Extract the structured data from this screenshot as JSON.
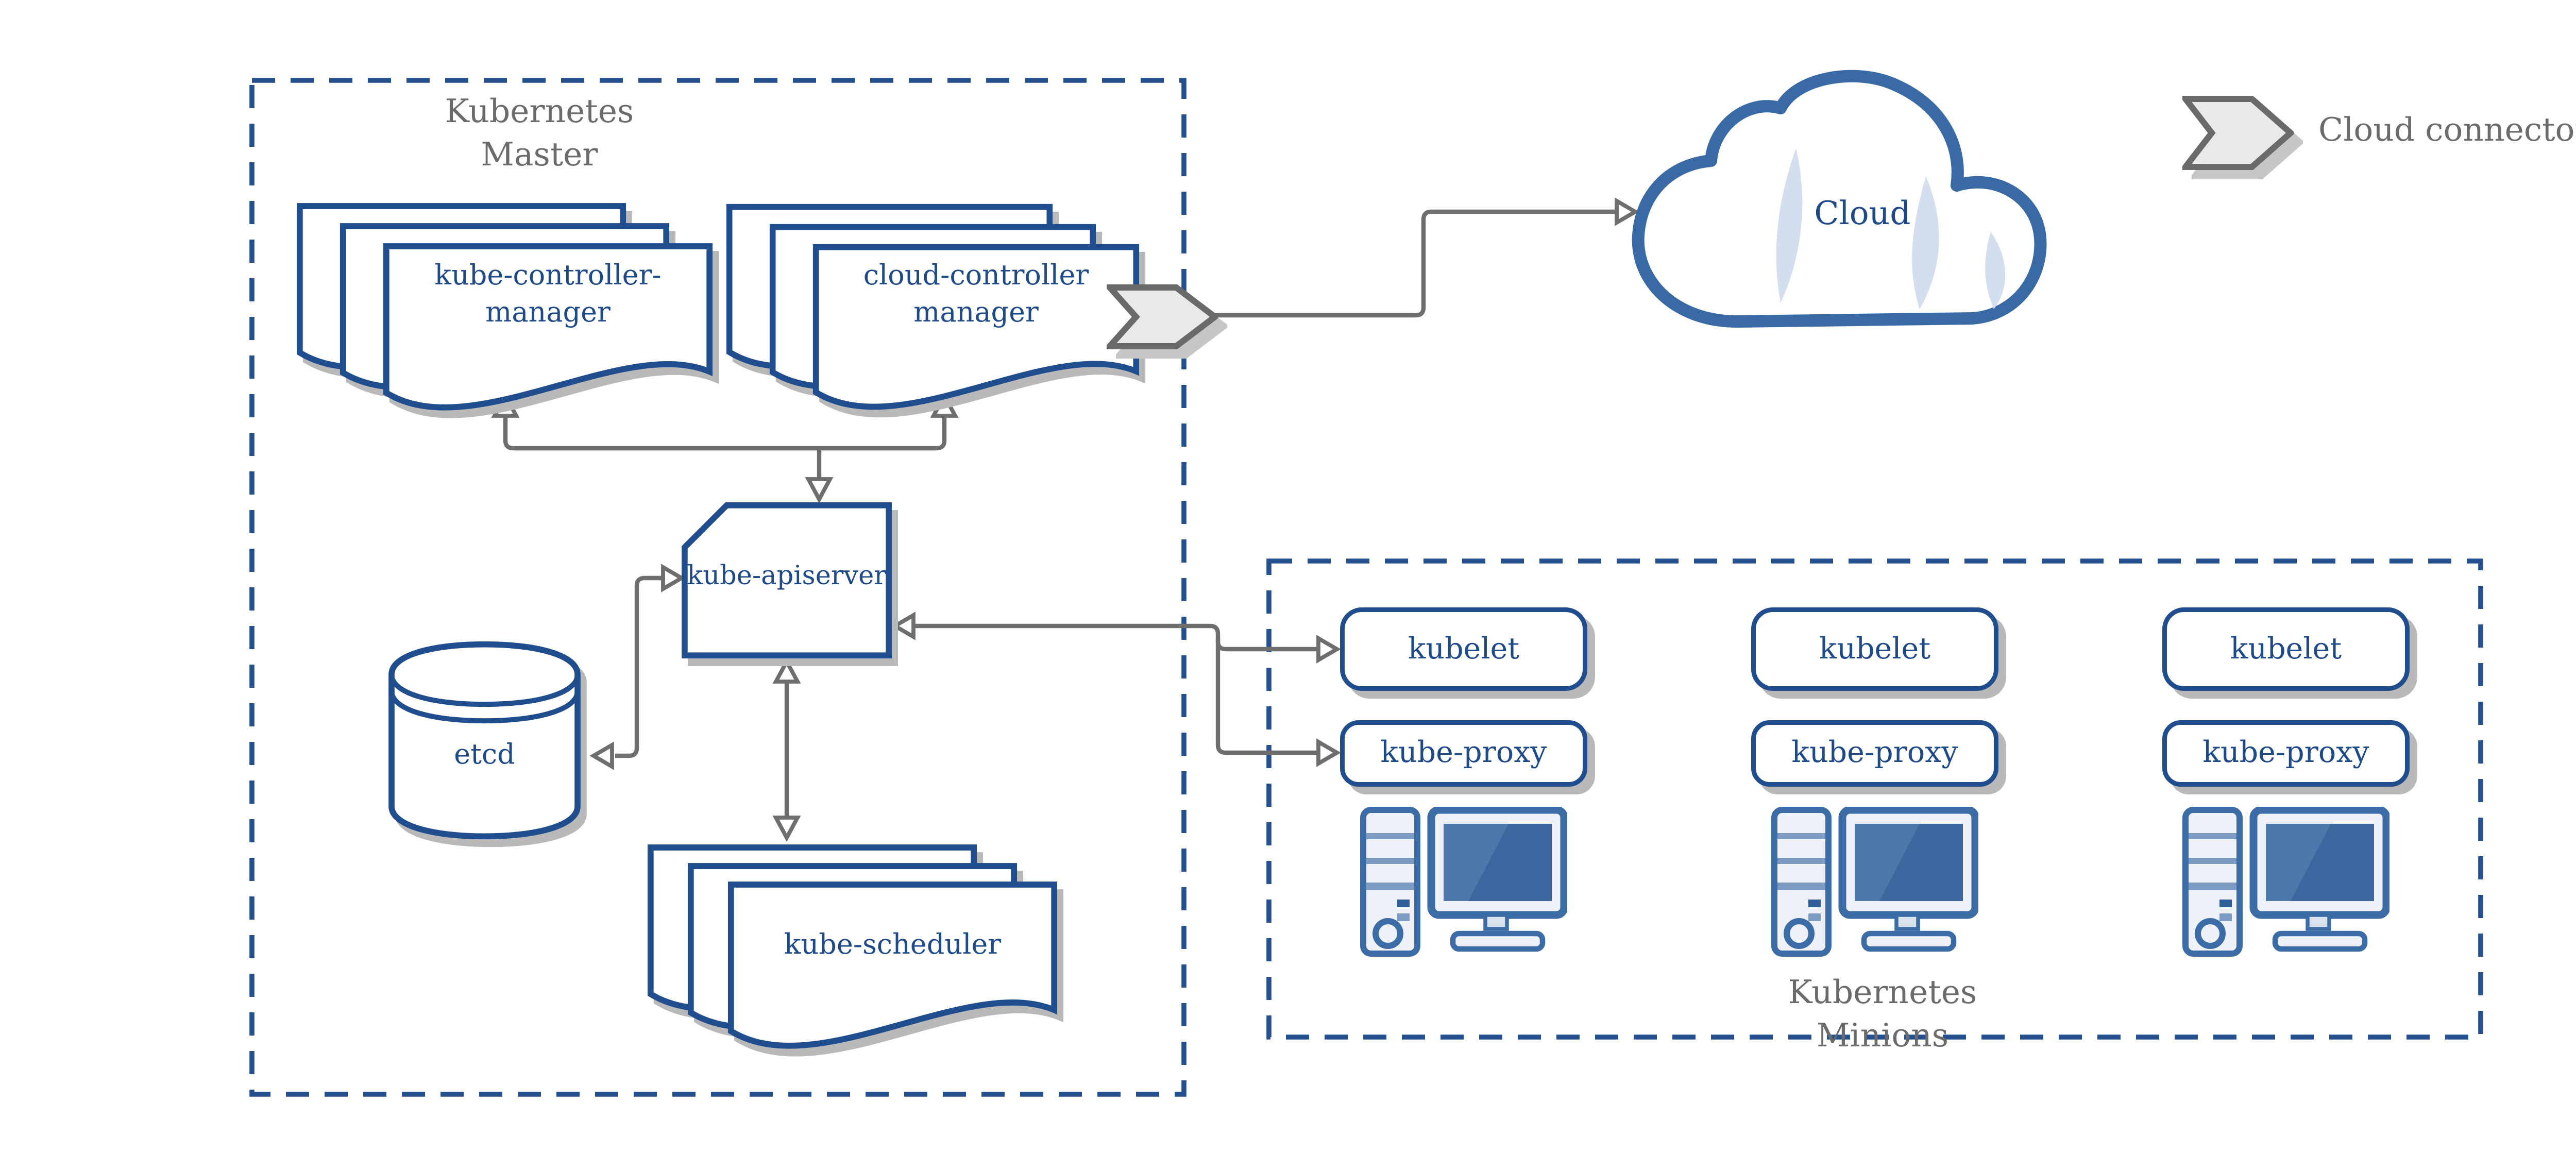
{
  "diagram": {
    "master": {
      "label_line1": "Kubernetes",
      "label_line2": "Master"
    },
    "minions": {
      "label_line1": "Kubernetes",
      "label_line2": "Minions"
    },
    "components": {
      "kube_controller_manager": {
        "line1": "kube-controller-",
        "line2": "manager"
      },
      "cloud_controller_manager": {
        "line1": "cloud-controller",
        "line2": "manager"
      },
      "kube_apiserver": {
        "label": "kube-apiserver"
      },
      "etcd": {
        "label": "etcd"
      },
      "kube_scheduler": {
        "label": "kube-scheduler"
      },
      "cloud": {
        "label": "Cloud"
      }
    },
    "legend": {
      "label": "Cloud connector"
    },
    "nodes": [
      {
        "kubelet": "kubelet",
        "kube_proxy": "kube-proxy"
      },
      {
        "kubelet": "kubelet",
        "kube_proxy": "kube-proxy"
      },
      {
        "kubelet": "kubelet",
        "kube_proxy": "kube-proxy"
      }
    ],
    "colors": {
      "border_navy": "#1f4d8d",
      "text_navy": "#1e4a89",
      "cloud_blue": "#3a6aa5",
      "cloud_slash": "#d3dfee",
      "computer_blue": "#3c6ca6",
      "screen_blue": "#3a679e",
      "arrow_gray": "#6e6e6e",
      "label_gray": "#6b6b6b",
      "shadow_gray": "#b9b9b9",
      "chevron_fill": "#e9e9e9"
    }
  }
}
